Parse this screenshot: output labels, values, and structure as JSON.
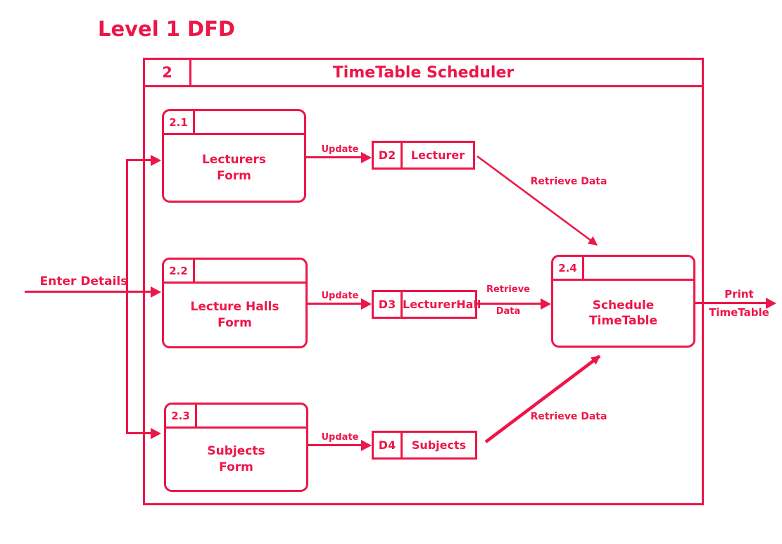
{
  "colors": {
    "accent": "#ED1648",
    "background": "#FFFFFF"
  },
  "title": "Level 1 DFD",
  "system": {
    "id": "2",
    "name": "TimeTable Scheduler"
  },
  "processes": [
    {
      "id": "2.1",
      "name_line1": "Lecturers",
      "name_line2": "Form"
    },
    {
      "id": "2.2",
      "name_line1": "Lecture Halls",
      "name_line2": "Form"
    },
    {
      "id": "2.3",
      "name_line1": "Subjects",
      "name_line2": "Form"
    },
    {
      "id": "2.4",
      "name_line1": "Schedule",
      "name_line2": "TimeTable"
    }
  ],
  "data_stores": [
    {
      "id": "D2",
      "name": "Lecturer"
    },
    {
      "id": "D3",
      "name": "LecturerHall"
    },
    {
      "id": "D4",
      "name": "Subjects"
    }
  ],
  "flows": {
    "enter_details": "Enter Details",
    "update_lecturers": "Update",
    "update_lecture_halls": "Update",
    "update_subjects": "Update",
    "retrieve_lecturer": "Retrieve Data",
    "retrieve_lecturerhall_line1": "Retrieve",
    "retrieve_lecturerhall_line2": "Data",
    "retrieve_subjects": "Retrieve Data",
    "print_line1": "Print",
    "print_line2": "TimeTable"
  }
}
